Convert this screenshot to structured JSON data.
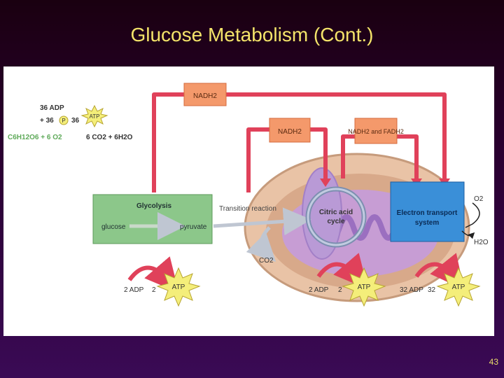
{
  "slide": {
    "title": "Glucose Metabolism (Cont.)",
    "page_number": "43"
  },
  "equation": {
    "line1": "36 ADP",
    "line2_prefix": "+ 36",
    "phosphate": "P",
    "line2_suffix": "36",
    "atp": "ATP",
    "reactants": "C6H12O6 + 6 O2",
    "products": "6 CO2 + 6H2O"
  },
  "labels": {
    "nadh2_top": "NADH2",
    "nadh2_mid": "NADH2",
    "nadh2_fadh2": "NADH2 and FADH2",
    "glycolysis": "Glycolysis",
    "glucose": "glucose",
    "pyruvate": "pyruvate",
    "transition": "Transition reaction",
    "citric_line1": "Citric acid",
    "citric_line2": "cycle",
    "etc_line1": "Electron transport",
    "etc_line2": "system",
    "o2": "O2",
    "h2o": "H2O",
    "co2": "CO2"
  },
  "atp_outputs": [
    {
      "adp": "2 ADP",
      "count": "2",
      "atp": "ATP"
    },
    {
      "adp": "2 ADP",
      "count": "2",
      "atp": "ATP"
    },
    {
      "adp": "32 ADP",
      "count": "32",
      "atp": "ATP"
    }
  ],
  "colors": {
    "red_pathway": "#e0415a",
    "orange_box": "#f4996b",
    "green_box": "#8cc78a",
    "blue_box": "#3a8fd8",
    "starburst": "#f4ee7a"
  }
}
